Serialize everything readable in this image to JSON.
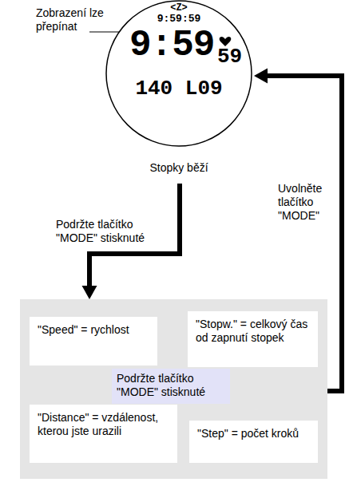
{
  "diagram": {
    "nodes": [
      {
        "text": [
          "<Z>",
          "9:59:59",
          "9:59",
          "59",
          "140 L09",
          "Stopky běží"
        ]
      },
      {
        "text": []
      },
      {
        "text": [
          "\"Speed\" = rychlost"
        ],
        "in": 1
      },
      {
        "text": [
          "\"Stopw.\" = celkový čas od zapnutí stopek"
        ],
        "in": 1
      },
      {
        "text": [
          "Podržte tlačítko \"MODE\" stisknuté"
        ],
        "in": 1
      },
      {
        "text": [
          "\"Distance\" = vzdálenost, kterou jste urazili"
        ],
        "in": 1
      },
      {
        "text": [
          "\"Step\" = počet kroků"
        ],
        "in": 1
      }
    ],
    "edges": [
      {
        "from": 0,
        "to": 1,
        "label": "Podržte tlačítko \"MODE\" stisknuté",
        "arrow": "to"
      },
      {
        "from": 1,
        "to": 0,
        "label": "Uvolněte tlačítko \"MODE\"",
        "arrow": "to"
      },
      {
        "from": 3,
        "to": 2,
        "arrow": "to"
      },
      {
        "from": 2,
        "to": 5,
        "arrow": "to"
      },
      {
        "from": 5,
        "to": 6,
        "arrow": "to"
      },
      {
        "from": 6,
        "to": 3,
        "arrow": "to"
      }
    ],
    "labels": [
      "Zobrazení lze přepínat"
    ]
  }
}
